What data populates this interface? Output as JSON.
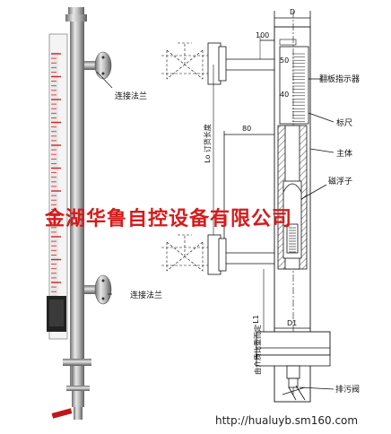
{
  "labels": {
    "flange_upper": "连接法兰",
    "flange_lower": "连接法兰",
    "indicator": "翻板指示器",
    "scale": "标尺",
    "body": "主体",
    "float": "磁浮子",
    "drain_valve": "排污阀",
    "order_length": "Lo 订货长度",
    "medium_density": "由介质比重而定"
  },
  "dimensions": {
    "d": "D",
    "d1": "D1",
    "d100": "100",
    "b80": "80",
    "l1": "L1"
  },
  "scale_numbers": {
    "n50": "50",
    "n40": "40"
  },
  "watermark": "金湖华鲁自控设备有限公司",
  "website": "http://hualuyb.sm160.com",
  "colors": {
    "watermark": "#d41c1c",
    "scale_red": "#d42020",
    "metal": "#a8a8a8"
  }
}
